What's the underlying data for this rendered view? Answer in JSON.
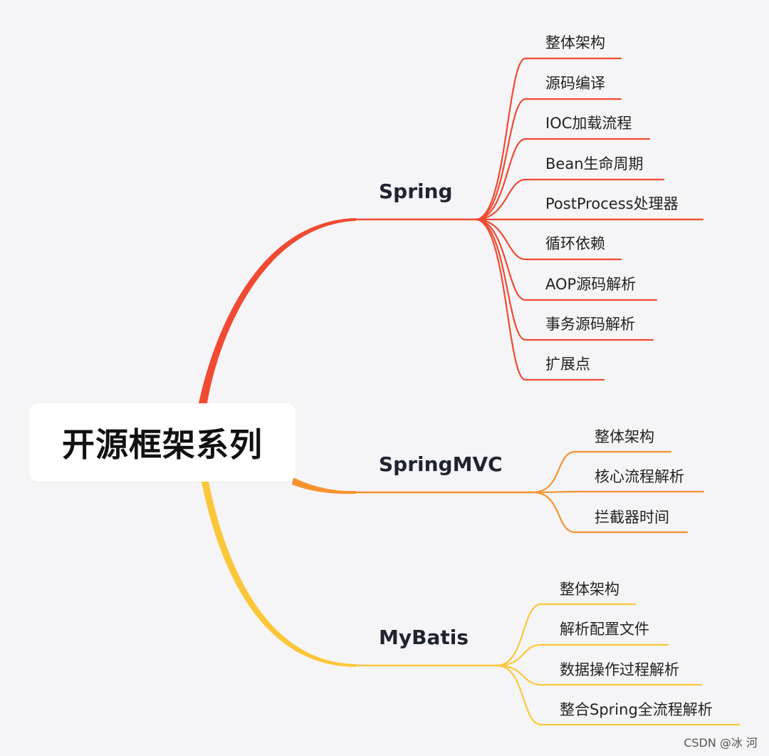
{
  "root": {
    "title": "开源框架系列"
  },
  "colors": {
    "spring": "#f04a32",
    "springmvc": "#f7922e",
    "mybatis": "#fbc73a"
  },
  "branches": [
    {
      "label": "Spring",
      "items": [
        "整体架构",
        "源码编译",
        "IOC加载流程",
        "Bean生命周期",
        "PostProcess处理器",
        "循环依赖",
        "AOP源码解析",
        "事务源码解析",
        "扩展点"
      ]
    },
    {
      "label": "SpringMVC",
      "items": [
        "整体架构",
        "核心流程解析",
        "拦截器时间"
      ]
    },
    {
      "label": "MyBatis",
      "items": [
        "整体架构",
        "解析配置文件",
        "数据操作过程解析",
        "整合Spring全流程解析"
      ]
    }
  ],
  "watermark": "CSDN @冰 河"
}
